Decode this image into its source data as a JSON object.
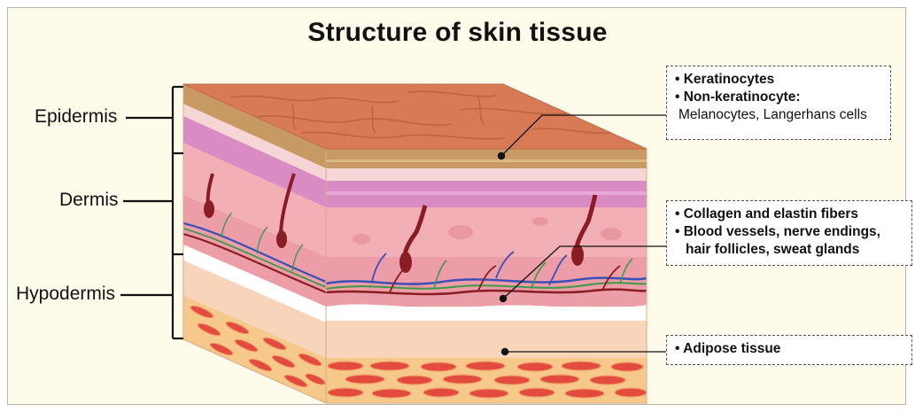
{
  "title": "Structure of skin tissue",
  "layers": {
    "epidermis": "Epidermis",
    "dermis": "Dermis",
    "hypodermis": "Hypodermis"
  },
  "callouts": {
    "epidermis": {
      "line1": "• Keratinocytes",
      "line2": "• Non-keratinocyte:",
      "line3": "Melanocytes, Langerhans cells"
    },
    "dermis": {
      "line1": "• Collagen and elastin fibers",
      "line2": "• Blood vessels, nerve endings,",
      "line3": "hair follicles, sweat glands"
    },
    "hypodermis": {
      "line1": "• Adipose tissue"
    }
  },
  "colors": {
    "background": "#fefbea",
    "epidermis_top": "#d77a55",
    "stratum_band": "#c79a63",
    "dermis_pink": "#f2b0b6",
    "purple_band": "#d98bc4",
    "vein": "#3b4fb8",
    "artery": "#8a1c24",
    "nerve": "#3d9a4a",
    "adipose": "#f6c98a",
    "fat_cell": "#e24b3e"
  }
}
